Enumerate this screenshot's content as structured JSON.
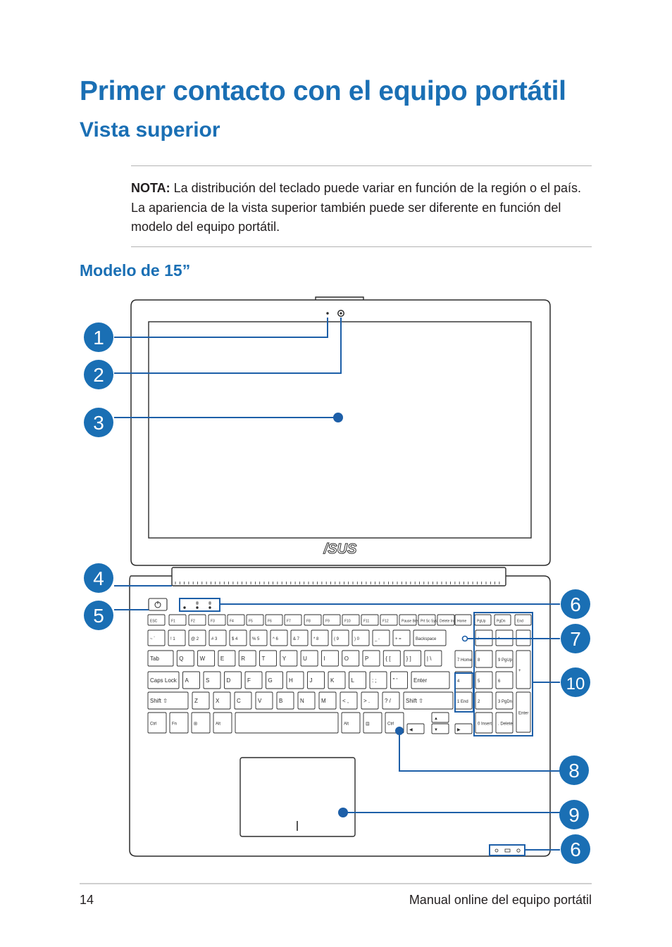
{
  "page": {
    "title": "Primer contacto con el equipo portátil",
    "subtitle": "Vista superior",
    "note": {
      "label": "NOTA:",
      "text": " La distribución del teclado puede variar en función de la región o el país. La apariencia de la vista superior también puede ser diferente en función del modelo del equipo portátil."
    },
    "model_heading": "Modelo de 15”",
    "footer": {
      "page_number": "14",
      "doc_title": "Manual online del equipo portátil"
    }
  },
  "diagram": {
    "brand": "/SUS",
    "callouts": [
      "1",
      "2",
      "3",
      "4",
      "5",
      "6",
      "7",
      "8",
      "9",
      "10",
      "6"
    ],
    "colors": {
      "accent": "#1a6fb4",
      "line": "#1d5fa8",
      "outline": "#2b2b2b"
    },
    "keyboard": {
      "fn_row": [
        "ESC",
        "F1",
        "F2",
        "F3",
        "F4",
        "F5",
        "F6",
        "F7",
        "F8",
        "F9",
        "F10",
        "F11",
        "F12",
        "Pause Break",
        "Prt Sc SysRq",
        "Delete Insert"
      ],
      "nav_row": [
        "Home",
        "PgUp",
        "PgDn",
        "End"
      ],
      "num_row": [
        "~ `",
        "! 1",
        "@ 2",
        "# 3",
        "$ 4",
        "% 5",
        "^ 6",
        "& 7",
        "* 8",
        "( 9",
        ") 0",
        "_ -",
        "+ =",
        "Backspace"
      ],
      "q_row": [
        "Tab",
        "Q",
        "W",
        "E",
        "R",
        "T",
        "Y",
        "U",
        "I",
        "O",
        "P",
        "{ [",
        "} ]",
        "| \\"
      ],
      "a_row": [
        "Caps Lock",
        "A",
        "S",
        "D",
        "F",
        "G",
        "H",
        "J",
        "K",
        "L",
        ": ;",
        "\" '",
        "Enter"
      ],
      "z_row": [
        "Shift ⇧",
        "Z",
        "X",
        "C",
        "V",
        "B",
        "N",
        "M",
        "< ,",
        "> .",
        "? /",
        "Shift ⇧"
      ],
      "bottom_row": [
        "Ctrl",
        "Fn",
        "⊞",
        "Alt",
        "",
        "Alt",
        "▤",
        "Ctrl"
      ],
      "numpad": [
        "7 Home",
        "8",
        "9 PgUp",
        "+",
        "4",
        "5",
        "6",
        "1 End",
        "2",
        "3 PgDn",
        "Enter",
        "0 Insert",
        ". Delete",
        "/",
        "*",
        "-"
      ]
    }
  }
}
